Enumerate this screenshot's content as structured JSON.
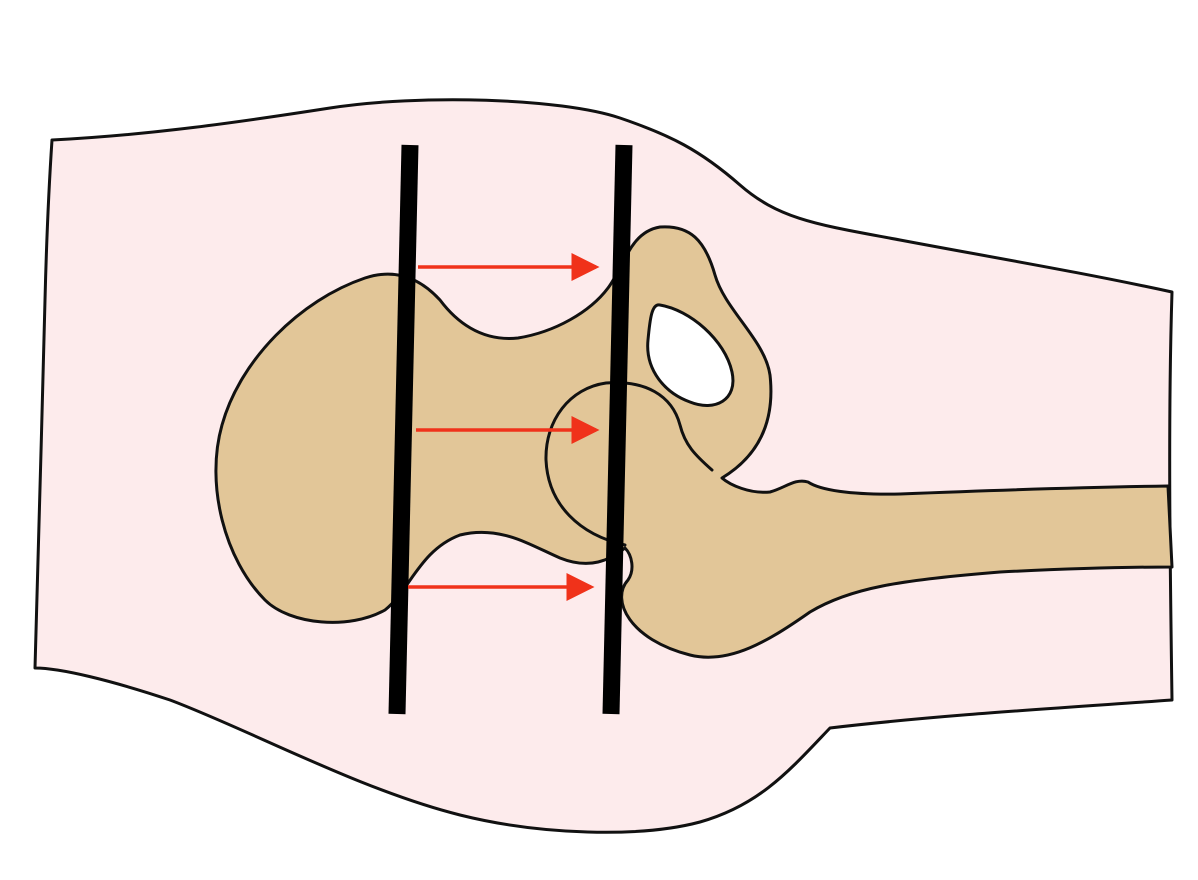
{
  "colors": {
    "soft_tissue": "#fdebec",
    "bone": "#e2c698",
    "outline": "#111111",
    "cut_line": "#000000",
    "arrow": "#f0321a",
    "background": "#ffffff"
  },
  "elements": {
    "soft_tissue": "soft-tissue-outline",
    "bone": "bone",
    "foramen": "foramen",
    "joint_circle": "joint-circle",
    "cut_lines": [
      "cut-line",
      "cut-line"
    ],
    "arrows": [
      "arrow-right",
      "arrow-right",
      "arrow-right"
    ]
  }
}
